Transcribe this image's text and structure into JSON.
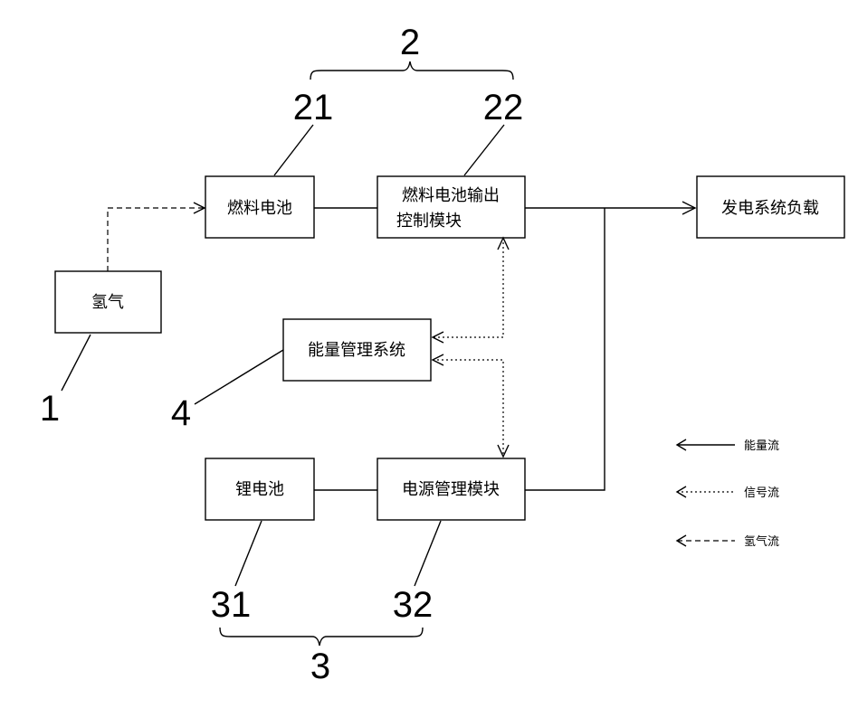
{
  "boxes": {
    "hydrogen": "氢气",
    "fuel_cell": "燃料电池",
    "fc_output_line1": "燃料电池输出",
    "fc_output_line2": "控制模块",
    "load": "发电系统负载",
    "ems": "能量管理系统",
    "li_battery": "锂电池",
    "power_mgmt": "电源管理模块"
  },
  "refs": {
    "r2": "2",
    "r21": "21",
    "r22": "22",
    "r1": "1",
    "r4": "4",
    "r3": "3",
    "r31": "31",
    "r32": "32"
  },
  "legend": {
    "energy": "能量流",
    "signal": "信号流",
    "hydrogen": "氢气流"
  }
}
